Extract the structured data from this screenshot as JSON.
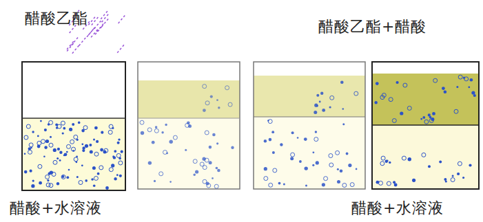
{
  "diagram": {
    "labels": [
      "醋酸乙酯",
      "醋酸乙酯+醋酸",
      "醋酸+水溶液",
      "醋酸+水溶液"
    ]
  }
}
